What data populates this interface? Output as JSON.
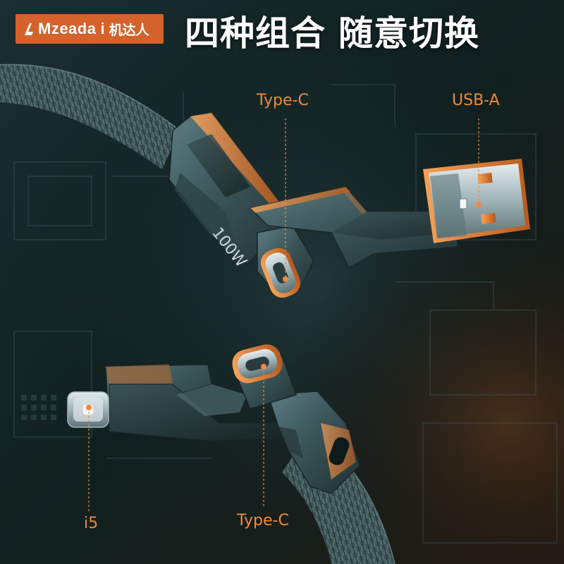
{
  "logo": {
    "brand": "Mzeada",
    "separator": "i",
    "chinese": "机达人"
  },
  "headline": "四种组合 随意切换",
  "product": {
    "engraving": "100W"
  },
  "callouts": {
    "type_c_top": "Type-C",
    "usb_a": "USB-A",
    "lightning": "i5",
    "type_c_bottom": "Type-C"
  },
  "colors": {
    "accent": "#f08a3a",
    "badge": "#d4622a",
    "metal": "#3f5b60"
  }
}
